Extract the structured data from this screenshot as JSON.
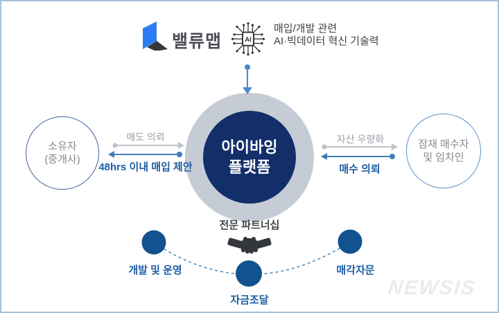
{
  "header": {
    "logo": {
      "text": "밸류맵",
      "mark_blue": "#2b7bf3",
      "mark_dark": "#34383d"
    },
    "ai_icon": {
      "label": "AI"
    },
    "tagline": {
      "line1": "매입/개발 관련",
      "line2": "AI·빅데이터 혁신 기술력"
    }
  },
  "center": {
    "platform": {
      "line1": "아이바잉",
      "line2": "플랫폼"
    },
    "core_color": "#122f6a",
    "ring_color": "#c6ccd5"
  },
  "left_flow": {
    "entity": {
      "line1": "소유자",
      "line2": "(중개사)"
    },
    "to_platform_label": "매도 의뢰",
    "from_platform_label": "48hrs 이내 매입 제안"
  },
  "right_flow": {
    "entity": {
      "line1": "잠재 매수자",
      "line2": "및 임차인"
    },
    "from_platform_label": "자산 우량화",
    "to_platform_label": "매수 의뢰"
  },
  "partnership": {
    "title": "전문 파트너십",
    "items": [
      {
        "label": "개발 및 운영"
      },
      {
        "label": "자금조달"
      },
      {
        "label": "매각자문"
      }
    ],
    "dot_color": "#11528f"
  },
  "colors": {
    "frame_border": "#a6c1dd",
    "arrow_gray": "#bdc3ca",
    "arrow_blue": "#3f7cba",
    "label_blue": "#1d5da5",
    "label_gray": "#9aa0a7",
    "dashed_line": "#4f8cc2"
  },
  "watermark": {
    "text": "NEWSIS"
  }
}
